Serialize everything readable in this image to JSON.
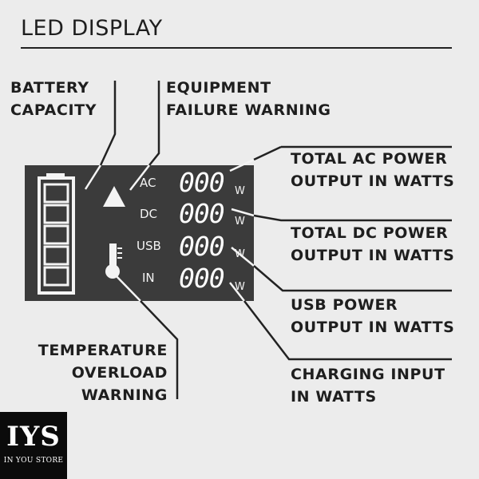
{
  "title": "LED DISPLAY",
  "callouts": {
    "battery": [
      "BATTERY",
      "CAPACITY"
    ],
    "failure": [
      "EQUIPMENT",
      "FAILURE WARNING"
    ],
    "ac": [
      "TOTAL AC POWER",
      "OUTPUT IN WATTS"
    ],
    "dc": [
      "TOTAL DC POWER",
      "OUTPUT IN WATTS"
    ],
    "usb": [
      "USB POWER",
      "OUTPUT IN WATTS"
    ],
    "charging": [
      "CHARGING INPUT",
      "IN WATTS"
    ],
    "temperature": [
      "TEMPERATURE",
      "OVERLOAD",
      "WARNING"
    ]
  },
  "display": {
    "rows": [
      {
        "label": "AC",
        "value": "000",
        "unit": "W"
      },
      {
        "label": "DC",
        "value": "000",
        "unit": "W"
      },
      {
        "label": "USB",
        "value": "000",
        "unit": "W"
      },
      {
        "label": "IN",
        "value": "000",
        "unit": "W"
      }
    ],
    "battery_segments": 5
  },
  "logo": {
    "main": "IYS",
    "sub": "IN YOU STORE"
  },
  "colors": {
    "background": "#ececec",
    "panel": "#3b3b3b",
    "ink": "#1e1e1e",
    "logo_bg": "#0b0b0b"
  }
}
